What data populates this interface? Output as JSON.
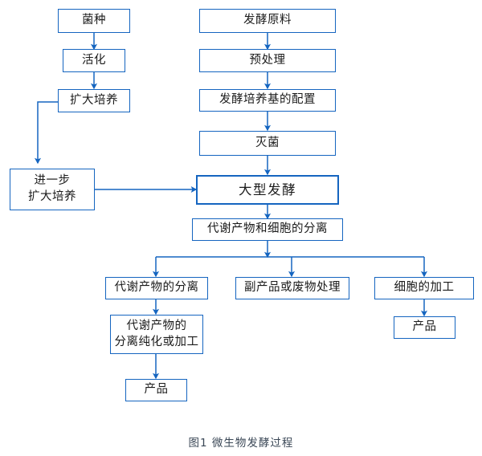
{
  "figure": {
    "caption": "图1 微生物发酵过程",
    "background_color": "#ffffff",
    "line_color": "#1565C0",
    "text_color": "#1b1b1b"
  },
  "nodes": {
    "strain": {
      "label": "菌种"
    },
    "activation": {
      "label": "活化"
    },
    "expand_culture": {
      "label": "扩大培养"
    },
    "further_expand_culture": {
      "label": "进一步\n扩大培养"
    },
    "raw_material": {
      "label": "发酵原料"
    },
    "pretreatment": {
      "label": "预处理"
    },
    "medium_preparation": {
      "label": "发酵培养基的配置"
    },
    "sterilization": {
      "label": "灭菌"
    },
    "large_fermentation": {
      "label": "大型发酵"
    },
    "separation_metabolite_cell": {
      "label": "代谢产物和细胞的分离"
    },
    "metabolite_separation": {
      "label": "代谢产物的分离"
    },
    "byproduct_waste": {
      "label": "副产品或废物处理"
    },
    "cell_processing": {
      "label": "细胞的加工"
    },
    "metabolite_purification": {
      "label": "代谢产物的\n分离纯化或加工"
    },
    "product_left": {
      "label": "产品"
    },
    "product_right": {
      "label": "产品"
    }
  }
}
